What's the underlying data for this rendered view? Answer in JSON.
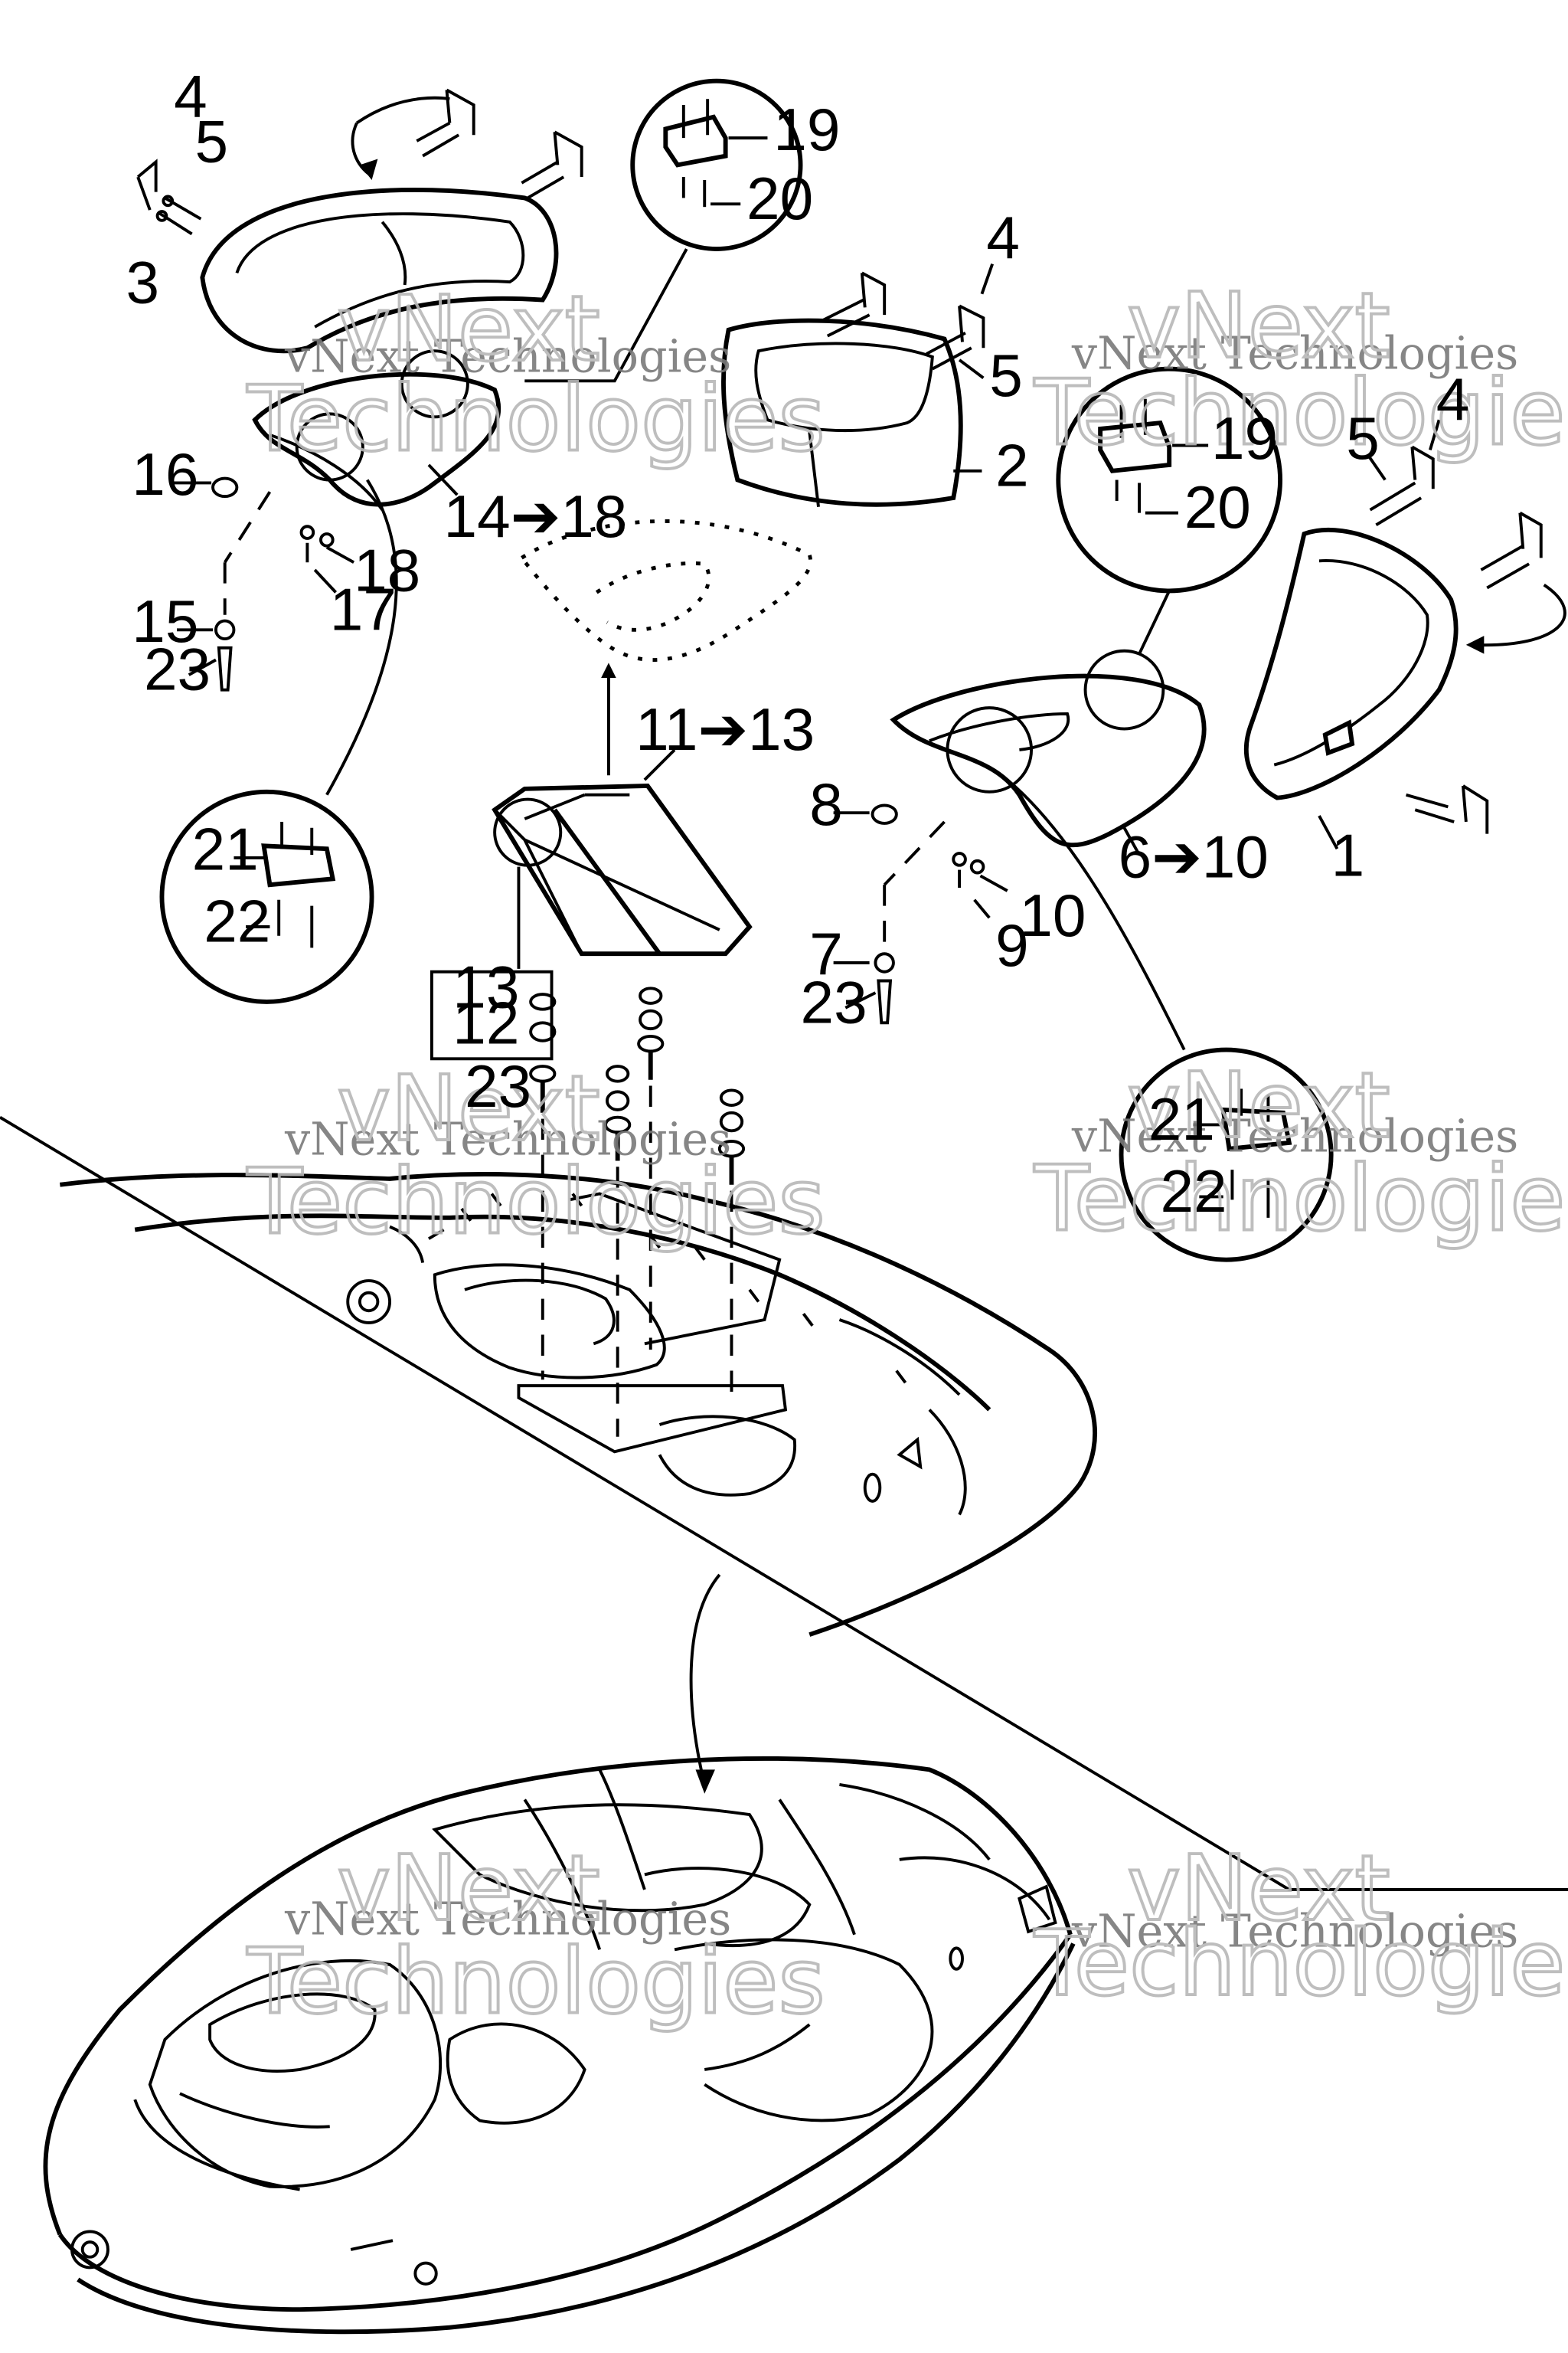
{
  "watermark": {
    "line1": "vNext Technologies",
    "line2": "Technologies",
    "line2_prefix": "vNext"
  },
  "labels": {
    "l4a": "4",
    "l5a": "5",
    "l3": "3",
    "l19a": "19",
    "l20a": "20",
    "l4b": "4",
    "l5b": "5",
    "l2": "2",
    "l19b": "19",
    "l20b": "20",
    "l4c": "4",
    "l5c": "5",
    "l16": "16",
    "l1418": "14➔18",
    "l18": "18",
    "l17": "17",
    "l15": "15",
    "l23a": "23",
    "l1113": "11➔13",
    "l1": "1",
    "l610": "6➔10",
    "l8": "8",
    "l10": "10",
    "l9": "9",
    "l7": "7",
    "l23b": "23",
    "l21a": "21",
    "l22a": "22",
    "l13": "13",
    "l12": "12",
    "l23c": "23",
    "l21b": "21",
    "l22b": "22"
  }
}
